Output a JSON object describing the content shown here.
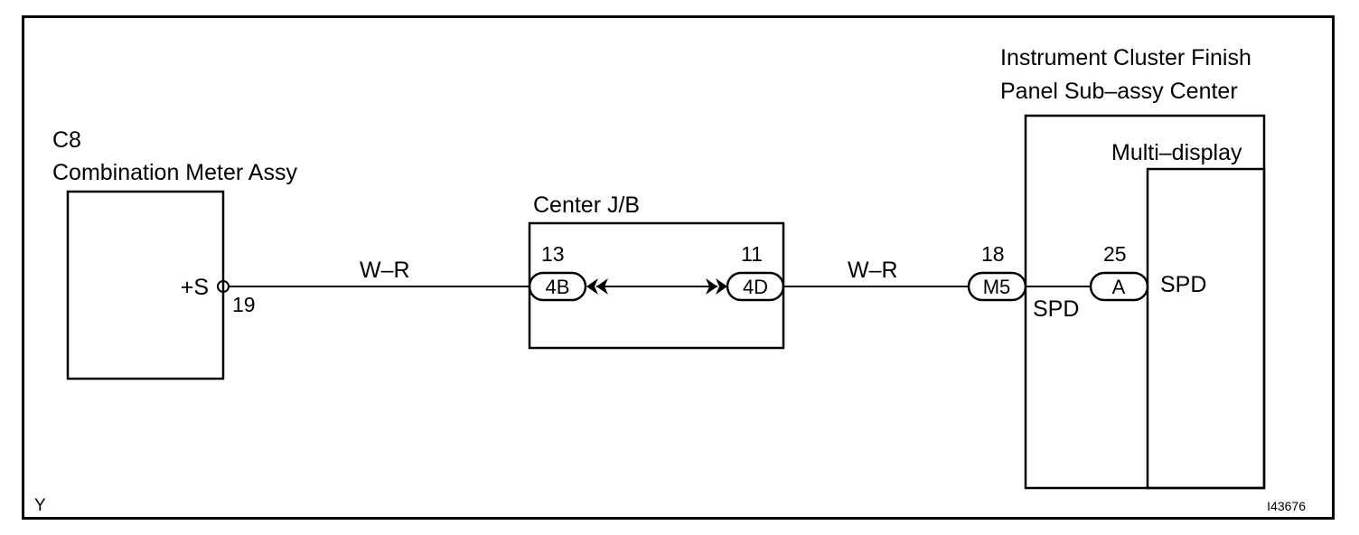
{
  "meter": {
    "code": "C8",
    "name": "Combination Meter Assy",
    "terminal": "+S",
    "pin": "19"
  },
  "wires": {
    "left": "W–R",
    "right": "W–R"
  },
  "junction_block": {
    "name": "Center J/B",
    "left_pin": "13",
    "left_connector": "4B",
    "right_pin": "11",
    "right_connector": "4D"
  },
  "finish_panel": {
    "name_line1": "Instrument Cluster Finish",
    "name_line2": "Panel Sub–assy Center",
    "connector_pin": "18",
    "connector": "M5",
    "terminal": "SPD"
  },
  "multi_display": {
    "name": "Multi–display",
    "connector_pin": "25",
    "connector": "A",
    "terminal": "SPD"
  },
  "corner_letter": "Y",
  "figure_id": "I43676",
  "colors": {
    "line": "#000000",
    "background": "#ffffff"
  }
}
